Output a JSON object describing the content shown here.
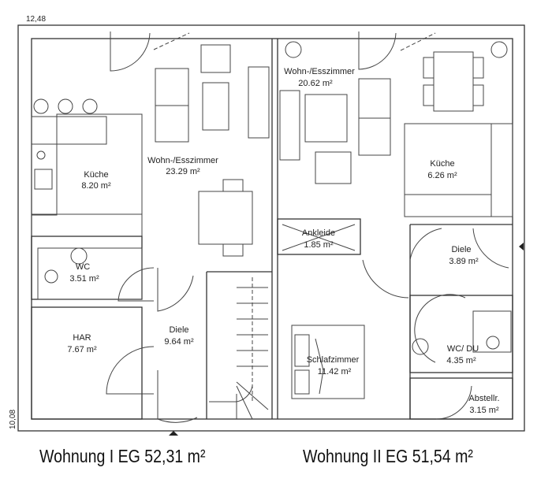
{
  "dimensions": {
    "width": "12,48",
    "height": "10,08"
  },
  "apartments": [
    {
      "title": "Wohnung I EG 52,31 m²",
      "rooms": [
        {
          "name": "Küche",
          "area": "8.20 m²"
        },
        {
          "name": "Wohn-/Esszimmer",
          "area": "23.29 m²"
        },
        {
          "name": "WC",
          "area": "3.51 m²"
        },
        {
          "name": "HAR",
          "area": "7.67 m²"
        },
        {
          "name": "Diele",
          "area": "9.64 m²"
        }
      ]
    },
    {
      "title": "Wohnung II EG 51,54 m²",
      "rooms": [
        {
          "name": "Wohn-/Esszimmer",
          "area": "20.62 m²"
        },
        {
          "name": "Küche",
          "area": "6.26 m²"
        },
        {
          "name": "Ankleide",
          "area": "1.85 m²"
        },
        {
          "name": "Diele",
          "area": "3.89 m²"
        },
        {
          "name": "Schlafzimmer",
          "area": "11.42 m²"
        },
        {
          "name": "WC/ DU",
          "area": "4.35 m²"
        },
        {
          "name": "Abstellr.",
          "area": "3.15 m²"
        }
      ]
    }
  ]
}
